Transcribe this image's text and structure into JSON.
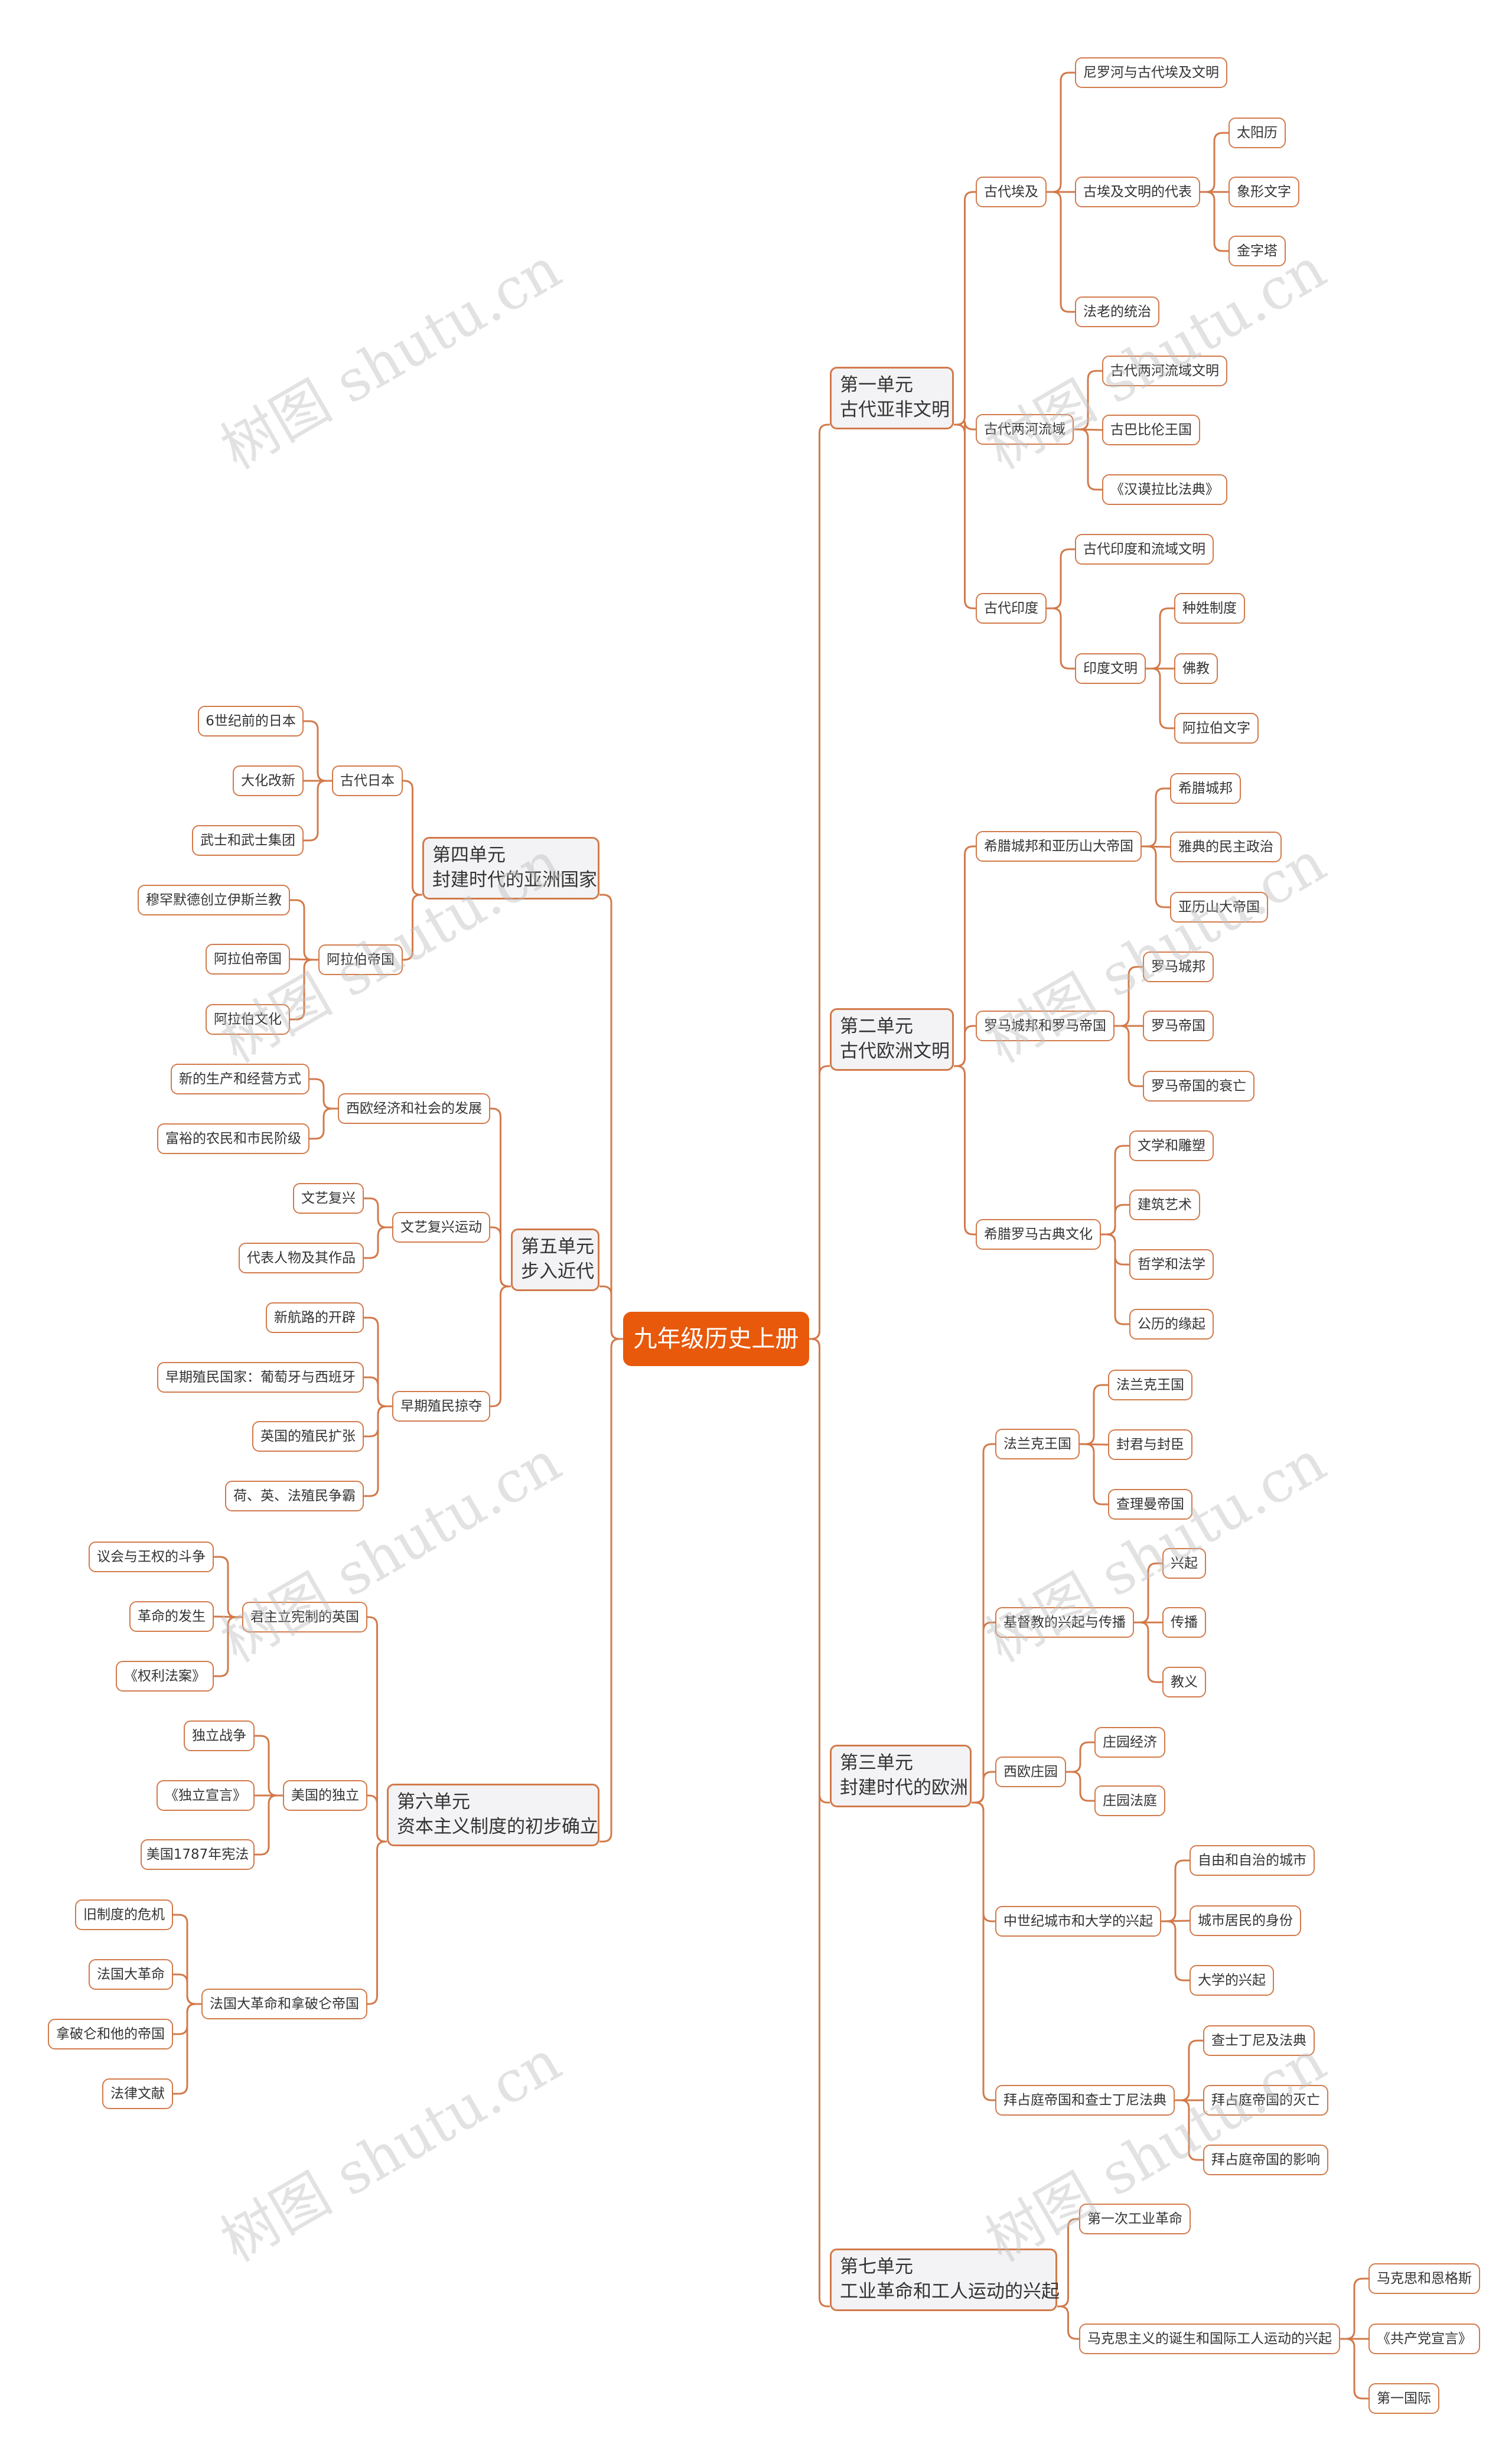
{
  "colors": {
    "line": "#d27a4b",
    "root_fill": "#e8590c",
    "unit_fill": "#f3f3f5",
    "text": "#333333",
    "watermark": "#bebebe"
  },
  "watermark": "树图 shutu.cn",
  "root": {
    "label": "九年级历史上册"
  },
  "units": [
    {
      "side": "right",
      "lines": [
        "第一单元",
        "古代亚非文明"
      ],
      "children": [
        {
          "label": "古代埃及",
          "children": [
            {
              "label": "尼罗河与古代埃及文明"
            },
            {
              "label": "古埃及文明的代表",
              "children": [
                {
                  "label": "太阳历"
                },
                {
                  "label": "象形文字"
                },
                {
                  "label": "金字塔"
                }
              ]
            },
            {
              "label": "法老的统治"
            }
          ]
        },
        {
          "label": "古代两河流域",
          "children": [
            {
              "label": "古代两河流域文明"
            },
            {
              "label": "古巴比伦王国"
            },
            {
              "label": "《汉谟拉比法典》"
            }
          ]
        },
        {
          "label": "古代印度",
          "children": [
            {
              "label": "古代印度和流域文明"
            },
            {
              "label": "印度文明",
              "children": [
                {
                  "label": "种姓制度"
                },
                {
                  "label": "佛教"
                },
                {
                  "label": "阿拉伯文字"
                }
              ]
            }
          ]
        }
      ]
    },
    {
      "side": "right",
      "lines": [
        "第二单元",
        "古代欧洲文明"
      ],
      "children": [
        {
          "label": "希腊城邦和亚历山大帝国",
          "children": [
            {
              "label": "希腊城邦"
            },
            {
              "label": "雅典的民主政治"
            },
            {
              "label": "亚历山大帝国"
            }
          ]
        },
        {
          "label": "罗马城邦和罗马帝国",
          "children": [
            {
              "label": "罗马城邦"
            },
            {
              "label": "罗马帝国"
            },
            {
              "label": "罗马帝国的衰亡"
            }
          ]
        },
        {
          "label": "希腊罗马古典文化",
          "children": [
            {
              "label": "文学和雕塑"
            },
            {
              "label": "建筑艺术"
            },
            {
              "label": "哲学和法学"
            },
            {
              "label": "公历的缘起"
            }
          ]
        }
      ]
    },
    {
      "side": "right",
      "lines": [
        "第三单元",
        "封建时代的欧洲"
      ],
      "children": [
        {
          "label": "法兰克王国",
          "children": [
            {
              "label": "法兰克王国"
            },
            {
              "label": "封君与封臣"
            },
            {
              "label": "查理曼帝国"
            }
          ]
        },
        {
          "label": "基督教的兴起与传播",
          "children": [
            {
              "label": "兴起"
            },
            {
              "label": "传播"
            },
            {
              "label": "教义"
            }
          ]
        },
        {
          "label": "西欧庄园",
          "children": [
            {
              "label": "庄园经济"
            },
            {
              "label": "庄园法庭"
            }
          ]
        },
        {
          "label": "中世纪城市和大学的兴起",
          "children": [
            {
              "label": "自由和自治的城市"
            },
            {
              "label": "城市居民的身份"
            },
            {
              "label": "大学的兴起"
            }
          ]
        },
        {
          "label": "拜占庭帝国和查士丁尼法典",
          "children": [
            {
              "label": "查士丁尼及法典"
            },
            {
              "label": "拜占庭帝国的灭亡"
            },
            {
              "label": "拜占庭帝国的影响"
            }
          ]
        }
      ]
    },
    {
      "side": "right",
      "lines": [
        "第七单元",
        "工业革命和工人运动的兴起"
      ],
      "children": [
        {
          "label": "第一次工业革命"
        },
        {
          "label": "马克思主义的诞生和国际工人运动的兴起",
          "children": [
            {
              "label": "马克思和恩格斯"
            },
            {
              "label": "《共产党宣言》"
            },
            {
              "label": "第一国际"
            }
          ]
        }
      ]
    },
    {
      "side": "left",
      "lines": [
        "第四单元",
        "封建时代的亚洲国家"
      ],
      "children": [
        {
          "label": "古代日本",
          "children": [
            {
              "label": "6世纪前的日本"
            },
            {
              "label": "大化改新"
            },
            {
              "label": "武士和武士集团"
            }
          ]
        },
        {
          "label": "阿拉伯帝国",
          "children": [
            {
              "label": "穆罕默德创立伊斯兰教"
            },
            {
              "label": "阿拉伯帝国"
            },
            {
              "label": "阿拉伯文化"
            }
          ]
        }
      ]
    },
    {
      "side": "left",
      "lines": [
        "第五单元",
        "步入近代"
      ],
      "children": [
        {
          "label": "西欧经济和社会的发展",
          "children": [
            {
              "label": "新的生产和经营方式"
            },
            {
              "label": "富裕的农民和市民阶级"
            }
          ]
        },
        {
          "label": "文艺复兴运动",
          "children": [
            {
              "label": "文艺复兴"
            },
            {
              "label": "代表人物及其作品"
            }
          ]
        },
        {
          "label": "早期殖民掠夺",
          "children": [
            {
              "label": "新航路的开辟"
            },
            {
              "label": "早期殖民国家：葡萄牙与西班牙"
            },
            {
              "label": "英国的殖民扩张"
            },
            {
              "label": "荷、英、法殖民争霸"
            }
          ]
        }
      ]
    },
    {
      "side": "left",
      "lines": [
        "第六单元",
        "资本主义制度的初步确立"
      ],
      "children": [
        {
          "label": "君主立宪制的英国",
          "children": [
            {
              "label": "议会与王权的斗争"
            },
            {
              "label": "革命的发生"
            },
            {
              "label": "《权利法案》"
            }
          ]
        },
        {
          "label": "美国的独立",
          "children": [
            {
              "label": "独立战争"
            },
            {
              "label": "《独立宣言》"
            },
            {
              "label": "美国1787年宪法"
            }
          ]
        },
        {
          "label": "法国大革命和拿破仑帝国",
          "children": [
            {
              "label": "旧制度的危机"
            },
            {
              "label": "法国大革命"
            },
            {
              "label": "拿破仑和他的帝国"
            },
            {
              "label": "法律文献"
            }
          ]
        }
      ]
    }
  ]
}
